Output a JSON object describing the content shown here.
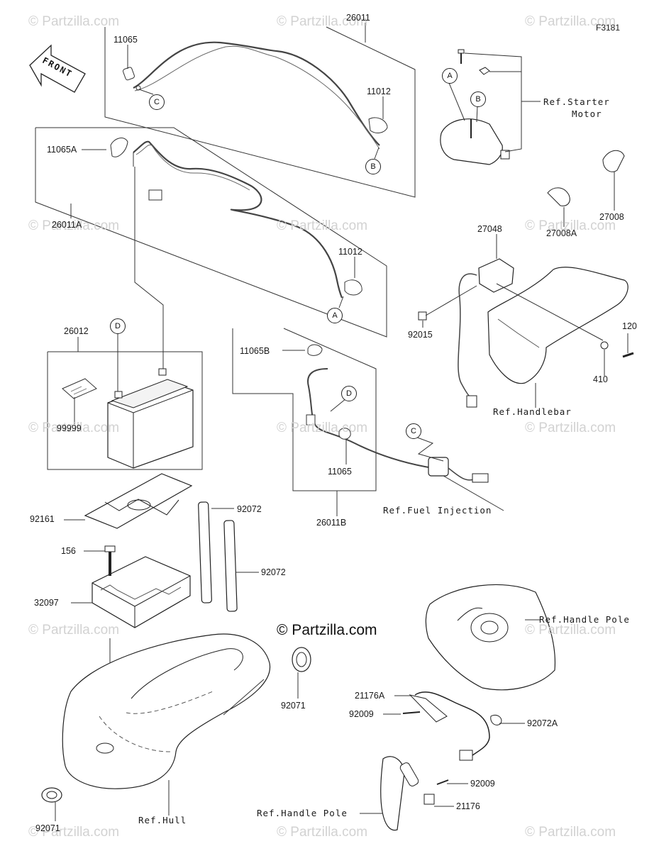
{
  "diagram_code": "F3181",
  "copyright": "© Partzilla.com",
  "watermark": "© Partzilla.com",
  "front_label": "FRONT",
  "circle_letters": {
    "a": "A",
    "b": "B",
    "c": "C",
    "d": "D"
  },
  "parts": {
    "p26011": "26011",
    "p11065_top": "11065",
    "p11012_top": "11012",
    "p11065A": "11065A",
    "p26011A": "26011A",
    "p11012_mid": "11012",
    "p26012": "26012",
    "p99999": "99999",
    "p11065B": "11065B",
    "p11065_mid": "11065",
    "p26011B": "26011B",
    "p27048": "27048",
    "p27008A": "27008A",
    "p27008": "27008",
    "p92015": "92015",
    "p120": "120",
    "p410": "410",
    "p92161": "92161",
    "p92072_a": "92072",
    "p92072_b": "92072",
    "p156": "156",
    "p32097": "32097",
    "p92071_right": "92071",
    "p92071_bottom": "92071",
    "p21176A": "21176A",
    "p92009_a": "92009",
    "p92072A": "92072A",
    "p92009_b": "92009",
    "p21176": "21176"
  },
  "refs": {
    "starter_1": "Ref.Starter",
    "starter_2": "Motor",
    "handlebar": "Ref.Handlebar",
    "fuel_injection": "Ref.Fuel Injection",
    "handle_pole_top": "Ref.Handle Pole",
    "handle_pole_bottom": "Ref.Handle Pole",
    "hull": "Ref.Hull"
  }
}
